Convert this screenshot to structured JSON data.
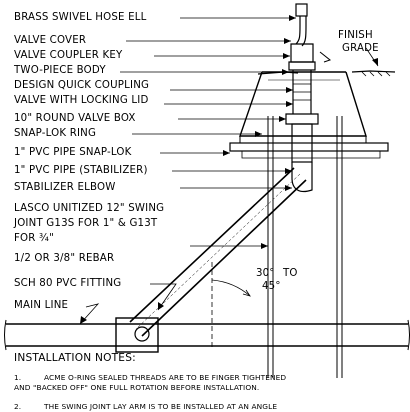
{
  "callouts": {
    "hose_ell": "BRASS SWIVEL HOSE ELL",
    "valve_cover": "VALVE COVER",
    "coupler_key": "VALVE COUPLER KEY",
    "two_piece_body": "TWO-PIECE BODY",
    "quick_coupling": "DESIGN QUICK COUPLING",
    "locking_lid": "VALVE WITH LOCKING LID",
    "valve_box": "10\" ROUND VALVE BOX",
    "snap_lok_ring": "SNAP-LOK RING",
    "pipe_snap_lok": "1\" PVC PIPE SNAP-LOK",
    "pipe_stabilizer": "1\" PVC PIPE (STABILIZER)",
    "stabilizer_elbow": "STABILIZER ELBOW",
    "swing_joint_1": "LASCO UNITIZED 12\" SWING",
    "swing_joint_2": "JOINT G13S FOR 1\" & G13T",
    "swing_joint_3": "FOR ¾\"",
    "rebar": "1/2 OR 3/8\" REBAR",
    "fitting": "SCH 80 PVC FITTING",
    "main_line": "MAIN LINE",
    "finish_grade_1": "FINISH",
    "finish_grade_2": "GRADE"
  },
  "angle": {
    "from": "30°",
    "to_word": "TO",
    "to": "45°"
  },
  "notes": {
    "heading": "INSTALLATION NOTES:",
    "n1_num": "1.",
    "n1_line1": "ACME O-RING SEALED THREADS ARE TO BE FINGER TIGHTENED",
    "n1_line2": "AND \"BACKED OFF\" ONE FULL ROTATION BEFORE INSTALLATION.",
    "n2_num": "2.",
    "n2_line1": "THE SWING JOINT LAY ARM IS TO BE INSTALLED AT AN ANGLE"
  }
}
